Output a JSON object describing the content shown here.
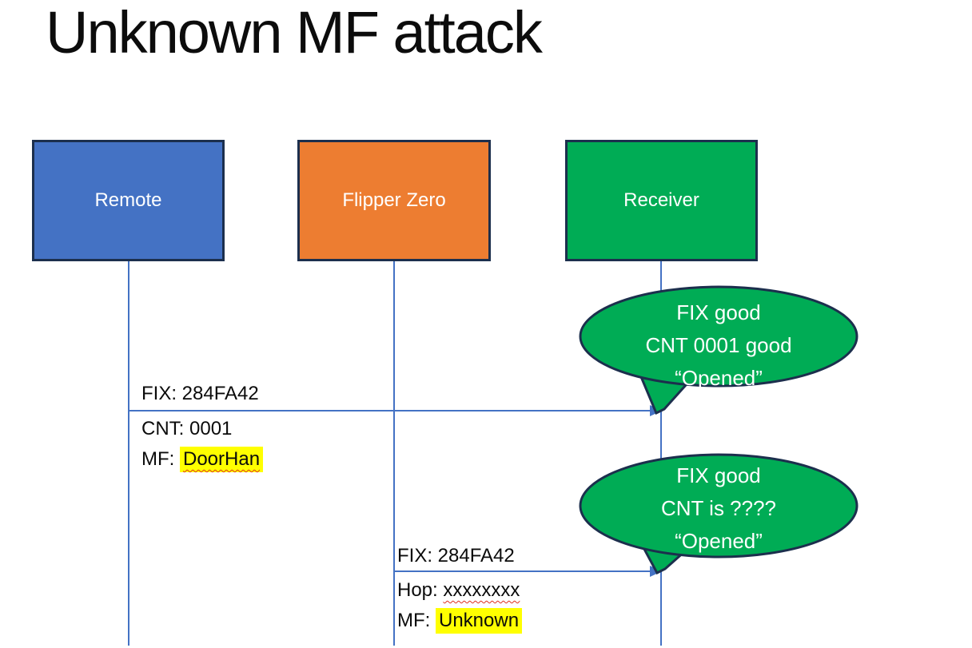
{
  "slide": {
    "title": "Unknown MF attack"
  },
  "colors": {
    "blue": "#4472C4",
    "orange": "#ED7D31",
    "green": "#00AC55",
    "navy": "#1C2F4D",
    "line": "#4472C4",
    "highlight": "#FFFF00",
    "squiggle": "#E0301E"
  },
  "actors": [
    {
      "id": "remote",
      "label": "Remote",
      "fill": "#4472C4"
    },
    {
      "id": "flipper-zero",
      "label": "Flipper Zero",
      "fill": "#ED7D31"
    },
    {
      "id": "receiver",
      "label": "Receiver",
      "fill": "#00AC55"
    }
  ],
  "messages": [
    {
      "from": "Remote",
      "to": "Receiver",
      "line1": "FIX: 284FA42",
      "line2": "CNT: 0001",
      "line3_prefix": "MF: ",
      "line3_highlighted": "DoorHan"
    },
    {
      "from": "Flipper Zero",
      "to": "Receiver",
      "line1": "FIX: 284FA42",
      "line2_prefix": "Hop: ",
      "line2_misspelled": "xxxxxxxx",
      "line3_prefix": "MF: ",
      "line3_highlighted": "Unknown"
    }
  ],
  "callouts": [
    {
      "line1": "FIX good",
      "line2": "CNT 0001 good",
      "line3": "“Opened”"
    },
    {
      "line1": "FIX good",
      "line2": "CNT is ????",
      "line3": "“Opened”"
    }
  ]
}
